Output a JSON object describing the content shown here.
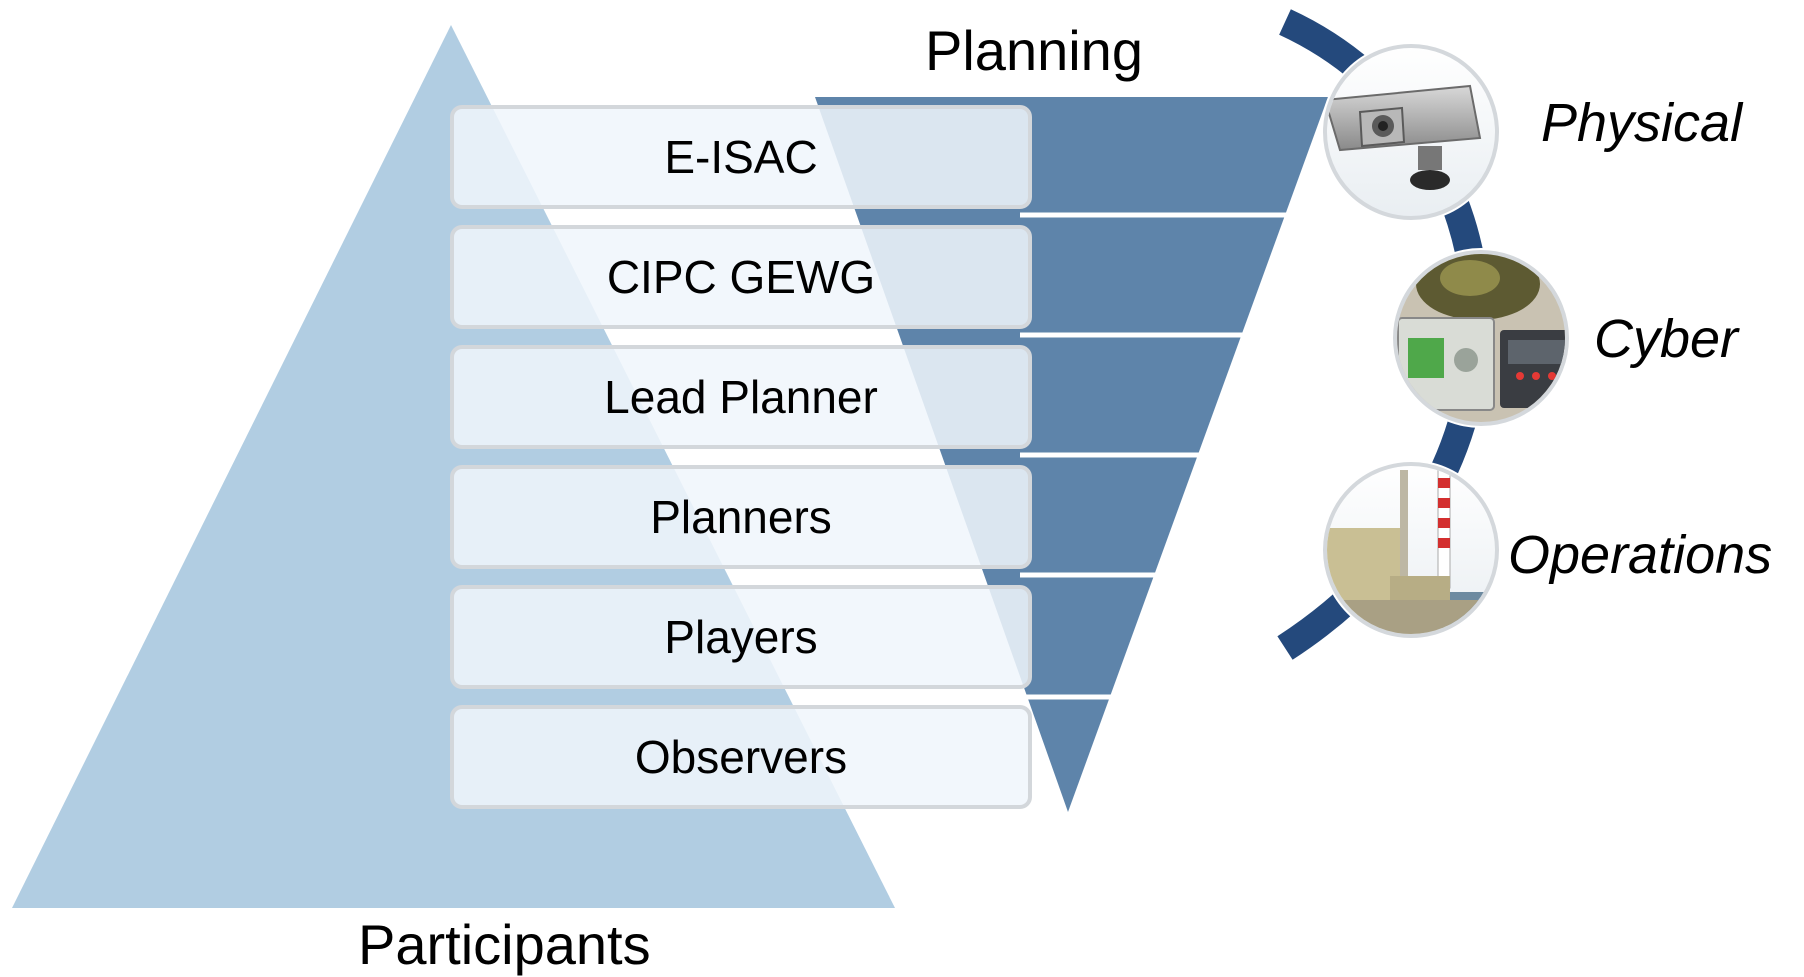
{
  "labels": {
    "planning": "Planning",
    "participants": "Participants"
  },
  "levels": [
    "E-ISAC",
    "CIPC GEWG",
    "Lead Planner",
    "Planners",
    "Players",
    "Observers"
  ],
  "categories": [
    {
      "label": "Physical",
      "icon": "security-camera-icon"
    },
    {
      "label": "Cyber",
      "icon": "control-panel-icon"
    },
    {
      "label": "Operations",
      "icon": "power-plant-icon"
    }
  ],
  "colors": {
    "participants_triangle": "#b1cde2",
    "planning_funnel": "#5e84aa",
    "arc": "#24497c",
    "box_fill": "#f0f6fb",
    "box_border": "#d3d7db"
  }
}
